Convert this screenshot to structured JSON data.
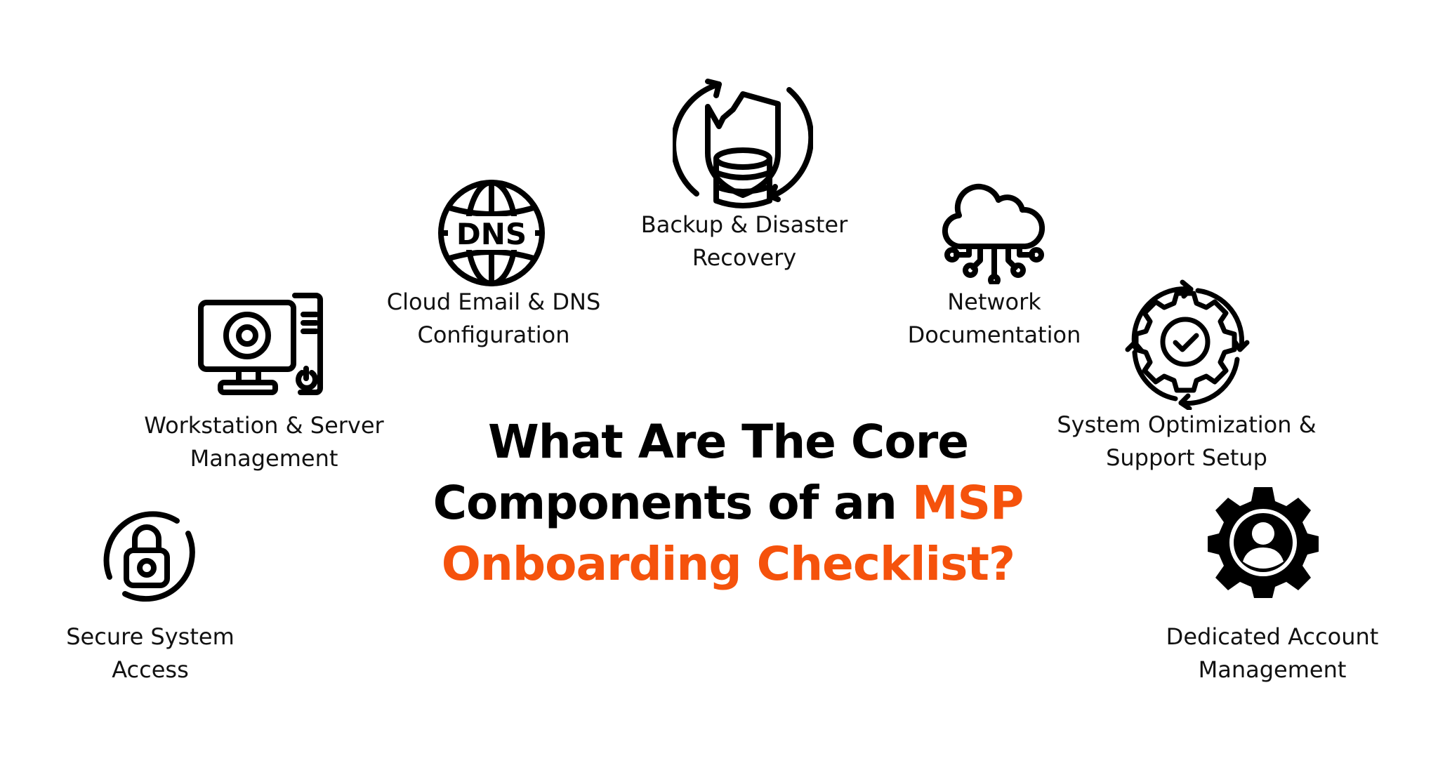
{
  "title": {
    "line1": "What Are The Core",
    "line2_dark": "Components of an ",
    "line2_accent": "MSP",
    "line3_accent": "Onboarding Checklist?",
    "accent_color": "#F5520C",
    "text_color": "#000000"
  },
  "components": [
    {
      "icon": "padlock-circle-icon",
      "line1": "Secure System",
      "line2": "Access"
    },
    {
      "icon": "computer-gear-icon",
      "line1": "Workstation & Server",
      "line2": "Management"
    },
    {
      "icon": "dns-globe-icon",
      "line1": "Cloud Email & DNS",
      "line2": "Configuration"
    },
    {
      "icon": "backup-shield-database-icon",
      "line1": "Backup & Disaster",
      "line2": "Recovery"
    },
    {
      "icon": "cloud-network-icon",
      "line1": "Network",
      "line2": "Documentation"
    },
    {
      "icon": "gear-check-cycle-icon",
      "line1": "System Optimization &",
      "line2": "Support Setup"
    },
    {
      "icon": "gear-user-icon",
      "line1": "Dedicated Account",
      "line2": "Management"
    }
  ]
}
